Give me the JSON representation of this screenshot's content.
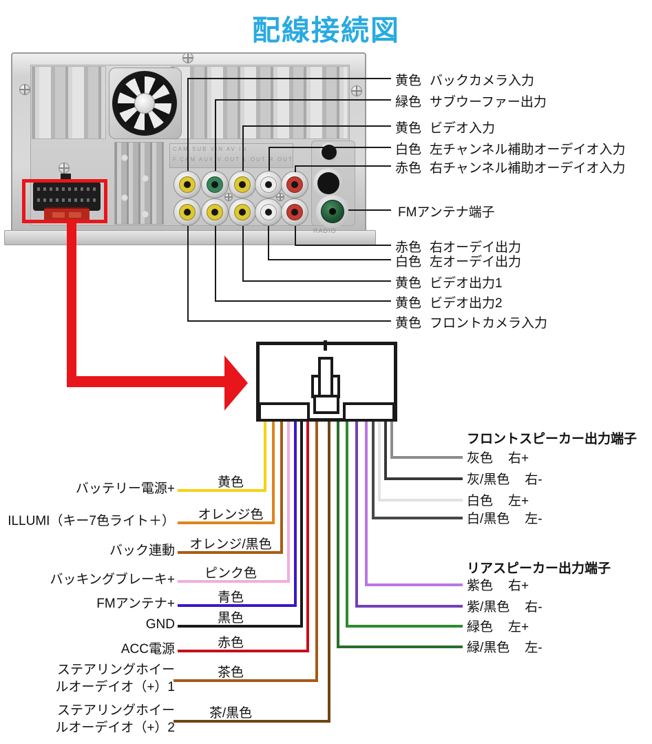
{
  "title": {
    "text": "配線接続図",
    "color": "#29aae1"
  },
  "accent_red": "#e8151b",
  "line_color": "#1a1a1a",
  "unit": {
    "embossed_row1": "CAM  SUB  VIN   AV  IN",
    "embossed_row2": "F.CAM AUX V.OUT L.OUT R.OUT",
    "radio_text": "RADIO",
    "jack_colors_top": [
      "#ddc832",
      "#37845a",
      "#ddc832",
      "#ececec",
      "#c23a31"
    ],
    "jack_colors_bottom": [
      "#ddc832",
      "#ddc832",
      "#ddc832",
      "#ececec",
      "#c23a31"
    ],
    "fm_connector_color": "#1c5631"
  },
  "rca_labels": [
    {
      "color": "黄色",
      "desc": "バックカメラ入力"
    },
    {
      "color": "緑色",
      "desc": "サブウーファー出力"
    },
    {
      "color": "黄色",
      "desc": "ビデオ入力"
    },
    {
      "color": "白色",
      "desc": "左チャンネル補助オーデイオ入力"
    },
    {
      "color": "赤色",
      "desc": "右チャンネル補助オーデイオ入力"
    },
    {
      "color": "",
      "desc": "FMアンテナ端子"
    },
    {
      "color": "赤色",
      "desc": "右オーデイ出力"
    },
    {
      "color": "白色",
      "desc": "左オーデイ出力"
    },
    {
      "color": "黄色",
      "desc": "ビデオ出力1"
    },
    {
      "color": "黄色",
      "desc": "ビデオ出力2"
    },
    {
      "color": "黄色",
      "desc": "フロントカメラ入力"
    }
  ],
  "harness": {
    "left": [
      {
        "function_lines": [
          "バッテリー電源+"
        ],
        "color_name": "黄色",
        "hex": "#f5d313"
      },
      {
        "function_lines": [
          "ILLUMI（キー7色ライト＋）"
        ],
        "color_name": "オレンジ色",
        "hex": "#e0831c"
      },
      {
        "function_lines": [
          "バック連動"
        ],
        "color_name": "オレンジ/黒色",
        "hex": "#a85c12"
      },
      {
        "function_lines": [
          "バッキングブレーキ+"
        ],
        "color_name": "ピンク色",
        "hex": "#f2aeda"
      },
      {
        "function_lines": [
          "FMアンテナ+"
        ],
        "color_name": "青色",
        "hex": "#3a17c8"
      },
      {
        "function_lines": [
          "GND"
        ],
        "color_name": "黒色",
        "hex": "#1a1a1a"
      },
      {
        "function_lines": [
          "ACC電源"
        ],
        "color_name": "赤色",
        "hex": "#c6101e"
      },
      {
        "function_lines": [
          "ステアリングホイー",
          "ルオーデイオ（+）1"
        ],
        "color_name": "茶色",
        "hex": "#a35c1a"
      },
      {
        "function_lines": [
          "ステアリングホイー",
          "ルオーデイオ（+）2"
        ],
        "color_name": "茶/黒色",
        "hex": "#6e4612"
      }
    ],
    "front_header": "フロントスピーカー出力端子",
    "rear_header": "リアスピーカー出力端子",
    "right": [
      {
        "color_name": "灰色",
        "channel": "右+",
        "hex": "#8c8c8c"
      },
      {
        "color_name": "灰/黒色",
        "channel": "右-",
        "hex": "#383838"
      },
      {
        "color_name": "白色",
        "channel": "左+",
        "hex": "#e2e2e2"
      },
      {
        "color_name": "白/黒色",
        "channel": "左-",
        "hex": "#474747"
      },
      {
        "color_name": "紫色",
        "channel": "右+",
        "hex": "#b777e4"
      },
      {
        "color_name": "紫/黒色",
        "channel": "右-",
        "hex": "#7440b8"
      },
      {
        "color_name": "緑色",
        "channel": "左+",
        "hex": "#2e8b2e"
      },
      {
        "color_name": "緑/黒色",
        "channel": "左-",
        "hex": "#2a6e2a"
      }
    ]
  }
}
